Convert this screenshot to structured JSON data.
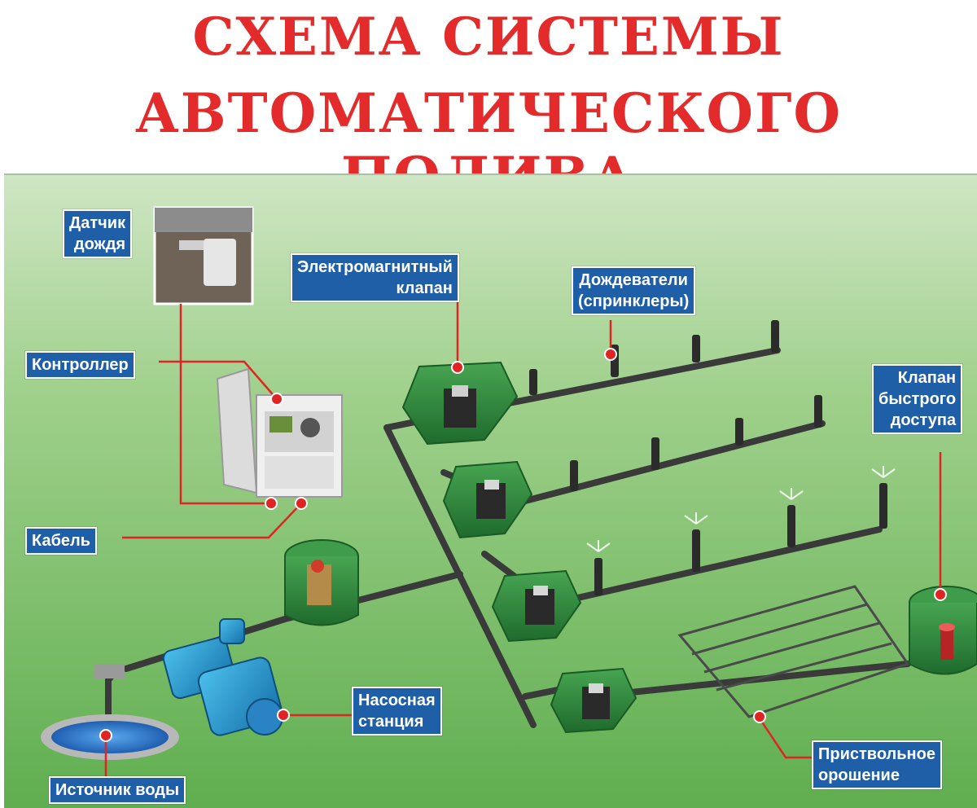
{
  "title": {
    "line1": "СХЕМА СИСТЕМЫ",
    "line2": "АВТОМАТИЧЕСКОГО ПОЛИВА"
  },
  "labels": {
    "rain_sensor": "Датчик\nдождя",
    "solenoid_valve": "Электромагнитный\nклапан",
    "sprinklers": "Дождеватели\n(спринклеры)",
    "controller": "Контроллер",
    "cable": "Кабель",
    "quick_valve": "Клапан\nбыстрого\nдоступа",
    "pump_station": "Насосная\nстанция",
    "water_source": "Источник воды",
    "drip_irrigation": "Приствольное\nорошение"
  },
  "colors": {
    "title": "#e32b2b",
    "label_bg": "#1f5fa8",
    "pointer": "#e02424",
    "grass": "#7cbf6a",
    "pipe": "#3a3a3a",
    "valve_box": "#2f8a3e",
    "pump": "#1e9ad6",
    "water": "#2f7fd0"
  }
}
